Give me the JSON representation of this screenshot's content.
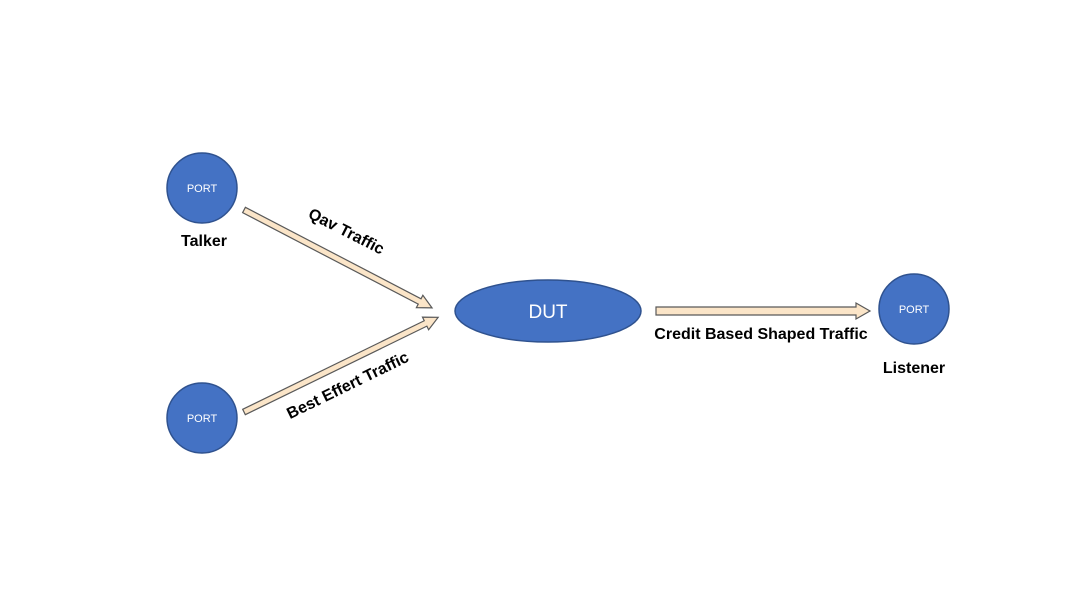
{
  "nodes": {
    "talker_port": {
      "text": "PORT",
      "caption": "Talker"
    },
    "best_effort_port": {
      "text": "PORT"
    },
    "dut": {
      "text": "DUT"
    },
    "listener_port": {
      "text": "PORT",
      "caption": "Listener"
    }
  },
  "edges": {
    "qav": {
      "label": "Qav Traffic"
    },
    "best_effort": {
      "label": "Best Effert Traffic"
    },
    "cbs": {
      "label": "Credit Based Shaped Traffic"
    }
  },
  "colors": {
    "node_fill": "#4472c4",
    "node_stroke": "#2f528f",
    "arrow_fill": "#fbe5c8",
    "arrow_stroke": "#595959"
  }
}
